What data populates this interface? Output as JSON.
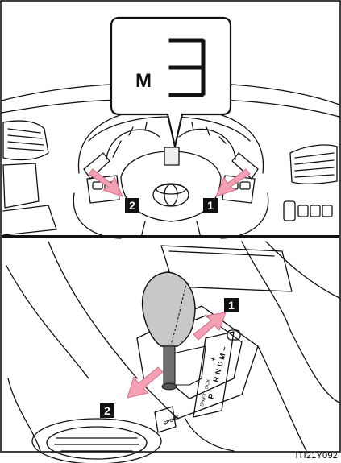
{
  "display": {
    "mode_letter": "M",
    "gear_digit": "3"
  },
  "steering_callouts": {
    "left": "2",
    "right": "1"
  },
  "shifter_callouts": {
    "upper": "1",
    "lower": "2"
  },
  "gate_labels": {
    "p": "P",
    "r": "R",
    "n": "N",
    "d": "D",
    "m": "M",
    "plus": "+",
    "minus": "−",
    "lock": "SHIFT LOCK",
    "sport": "SPORT"
  },
  "figure_code": "ITI21Y092",
  "colors": {
    "arrow": "#f2a0b2",
    "arrow_outline": "#d86f89",
    "line": "#111111"
  }
}
